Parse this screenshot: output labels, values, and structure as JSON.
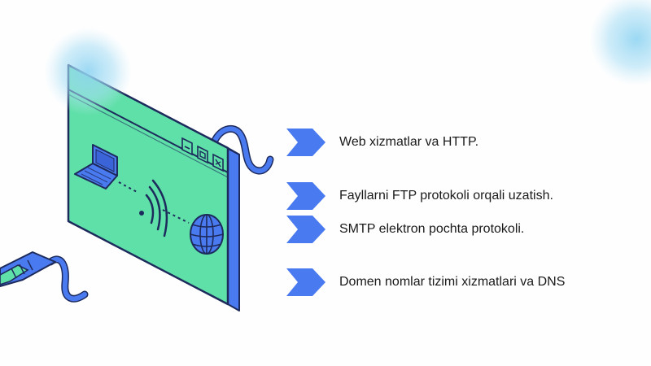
{
  "bullets": [
    {
      "text": "Web xizmatlar va HTTP."
    },
    {
      "text": "Fayllarni FTP protokoli orqali uzatish."
    },
    {
      "text": "SMTP elektron pochta protokoli."
    },
    {
      "text": "Domen nomlar tizimi xizmatlari va DNS"
    }
  ],
  "colors": {
    "accent_blue": "#4a7af0",
    "window_green": "#5fe0a8",
    "outline_navy": "#1d2a5c",
    "glow_blue": "#8fd4f2",
    "text": "#1a1a1a"
  },
  "icons": [
    "laptop-icon",
    "wifi-signal-icon",
    "globe-icon",
    "minimize-icon",
    "maximize-icon",
    "close-icon",
    "chevron-bullet-icon"
  ]
}
